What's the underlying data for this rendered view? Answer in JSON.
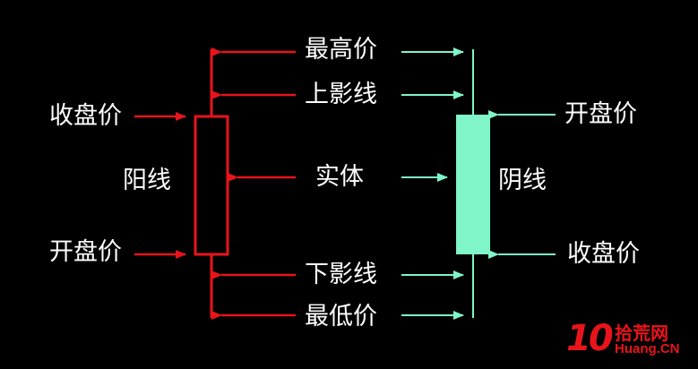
{
  "labels": {
    "high_price": "最高价",
    "upper_shadow": "上影线",
    "body": "实体",
    "lower_shadow": "下影线",
    "low_price": "最低价"
  },
  "bullish": {
    "name": "阳线",
    "close_label": "收盘价",
    "open_label": "开盘价",
    "color": "#e8141b"
  },
  "bearish": {
    "name": "阴线",
    "open_label": "开盘价",
    "close_label": "收盘价",
    "color": "#7ff5c8"
  },
  "watermark": {
    "number": "10",
    "site": "拾荒网",
    "domain": "Huang.CN"
  }
}
